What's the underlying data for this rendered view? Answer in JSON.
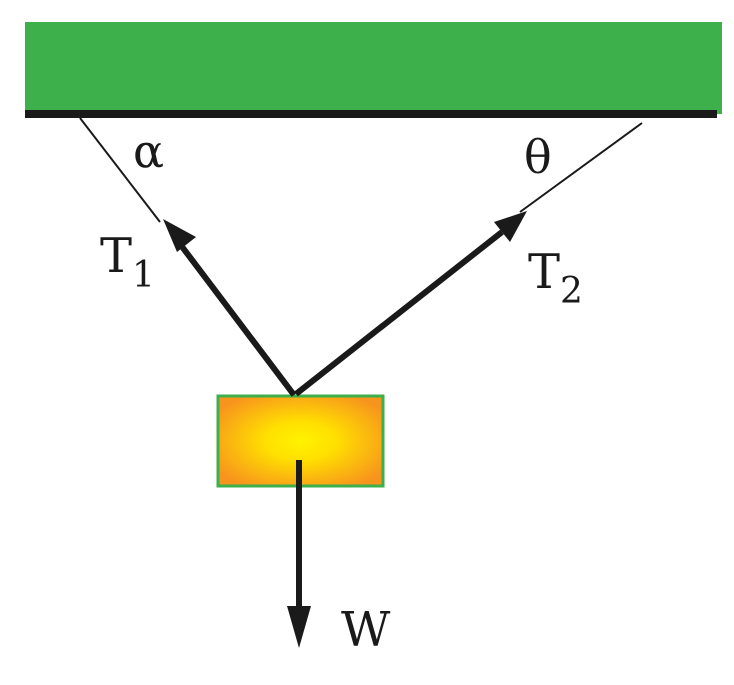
{
  "diagram": {
    "angles": {
      "left": "α",
      "right": "θ"
    },
    "tensions": {
      "t1": {
        "symbol": "T",
        "subscript": "1"
      },
      "t2": {
        "symbol": "T",
        "subscript": "2"
      }
    },
    "weight": "W",
    "colors": {
      "ceiling": "#3daf4b",
      "ceiling_edge": "#1a1a1a",
      "block_outline": "#3daf4b",
      "block_center": "#fff200",
      "block_edge": "#f7941d",
      "line": "#1a1a1a"
    }
  }
}
